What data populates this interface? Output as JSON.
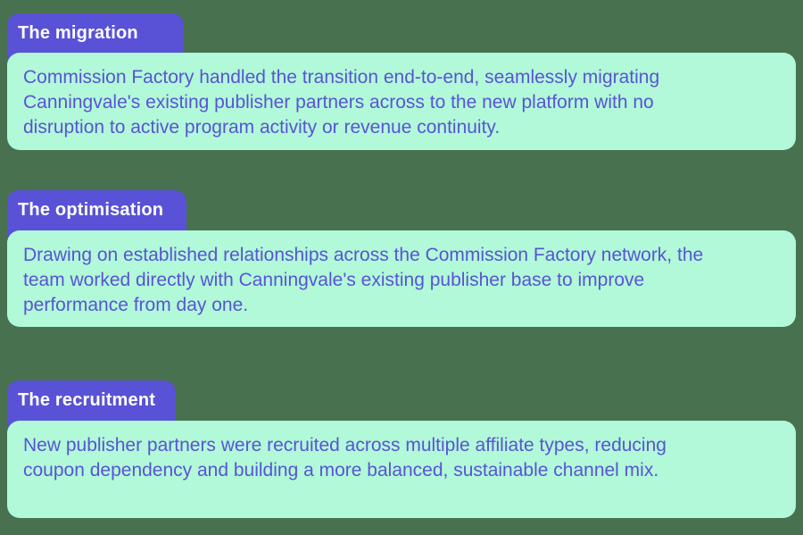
{
  "colors": {
    "bg": "#48714F",
    "tab_bg": "#5952D6",
    "tab_text": "#FFFFFF",
    "card_bg": "#B1F9D8",
    "card_text": "#5A53D6"
  },
  "sections": [
    {
      "label": "The migration",
      "text": "Commission Factory handled the transition end-to-end, seamlessly migrating\nCanningvale's existing publisher partners across to the new platform with no\ndisruption to active program activity or revenue continuity."
    },
    {
      "label": "The optimisation",
      "text": "Drawing on established relationships across the Commission Factory network, the\nteam worked directly with Canningvale's existing publisher base to improve\nperformance from day one."
    },
    {
      "label": "The recruitment",
      "text": "New publisher partners were recruited across multiple affiliate types, reducing\ncoupon dependency and building a more balanced, sustainable channel mix."
    }
  ]
}
